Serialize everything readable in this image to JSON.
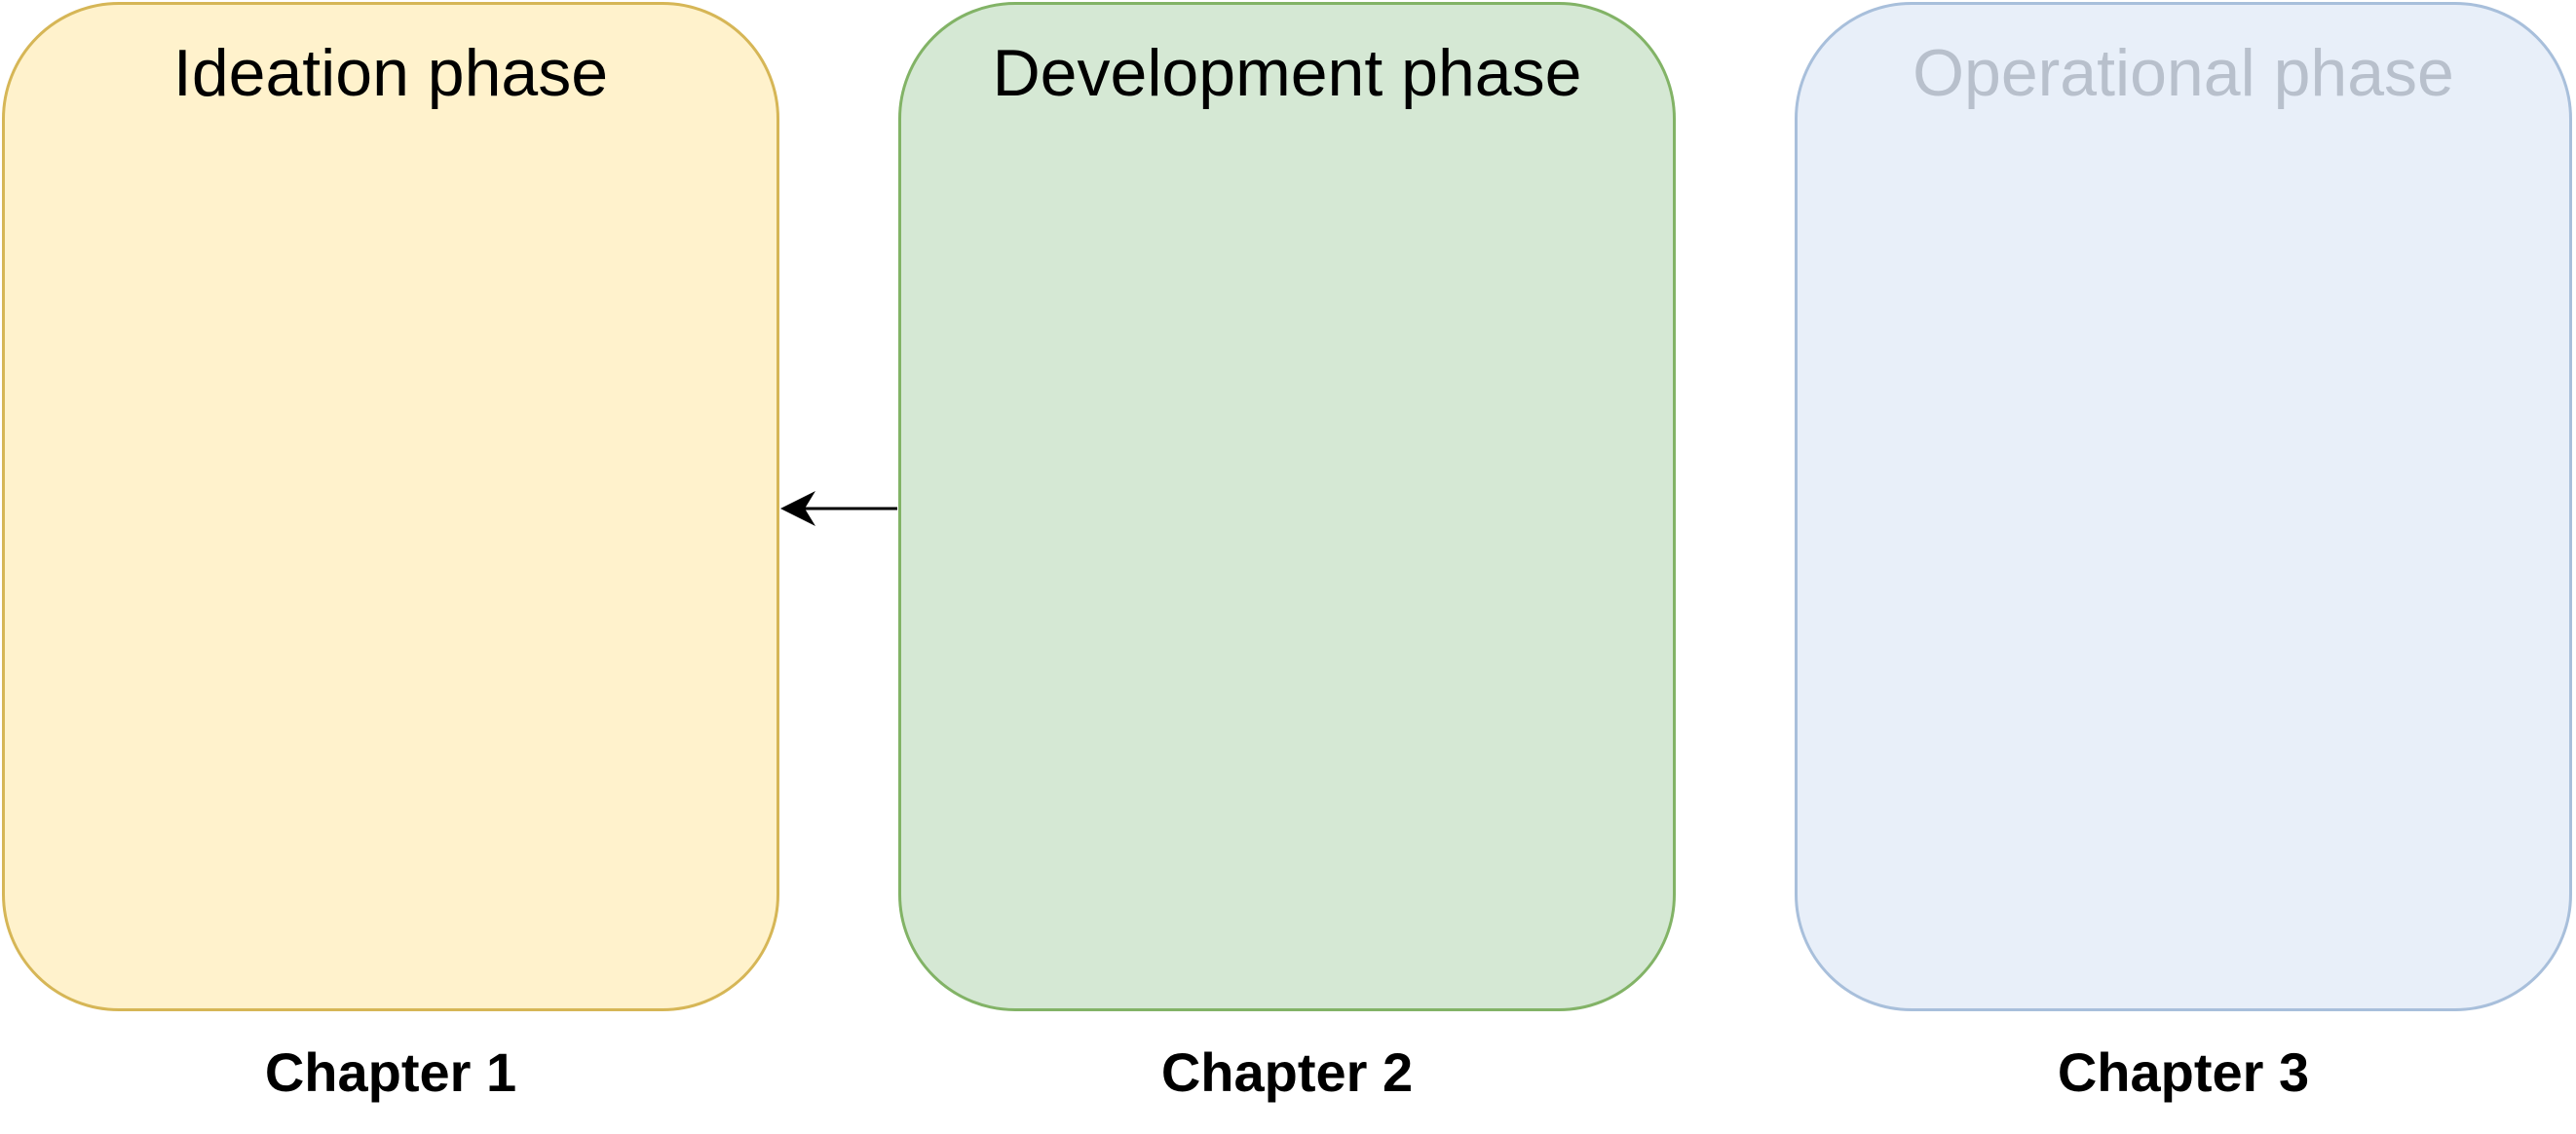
{
  "phases": [
    {
      "title": "Ideation phase",
      "chapter": "Chapter 1",
      "fill": "#fff2cc",
      "stroke": "#d6b656",
      "text_color": "#000000"
    },
    {
      "title": "Development phase",
      "chapter": "Chapter 2",
      "fill": "#d5e8d4",
      "stroke": "#82b366",
      "text_color": "#000000"
    },
    {
      "title": "Operational phase",
      "chapter": "Chapter 3",
      "fill": "#e8eff9",
      "stroke": "#a8bfdb",
      "text_color": "#b8c0cc"
    }
  ],
  "connector": {
    "from": "Development phase",
    "to": "Ideation phase",
    "color": "#000000"
  }
}
